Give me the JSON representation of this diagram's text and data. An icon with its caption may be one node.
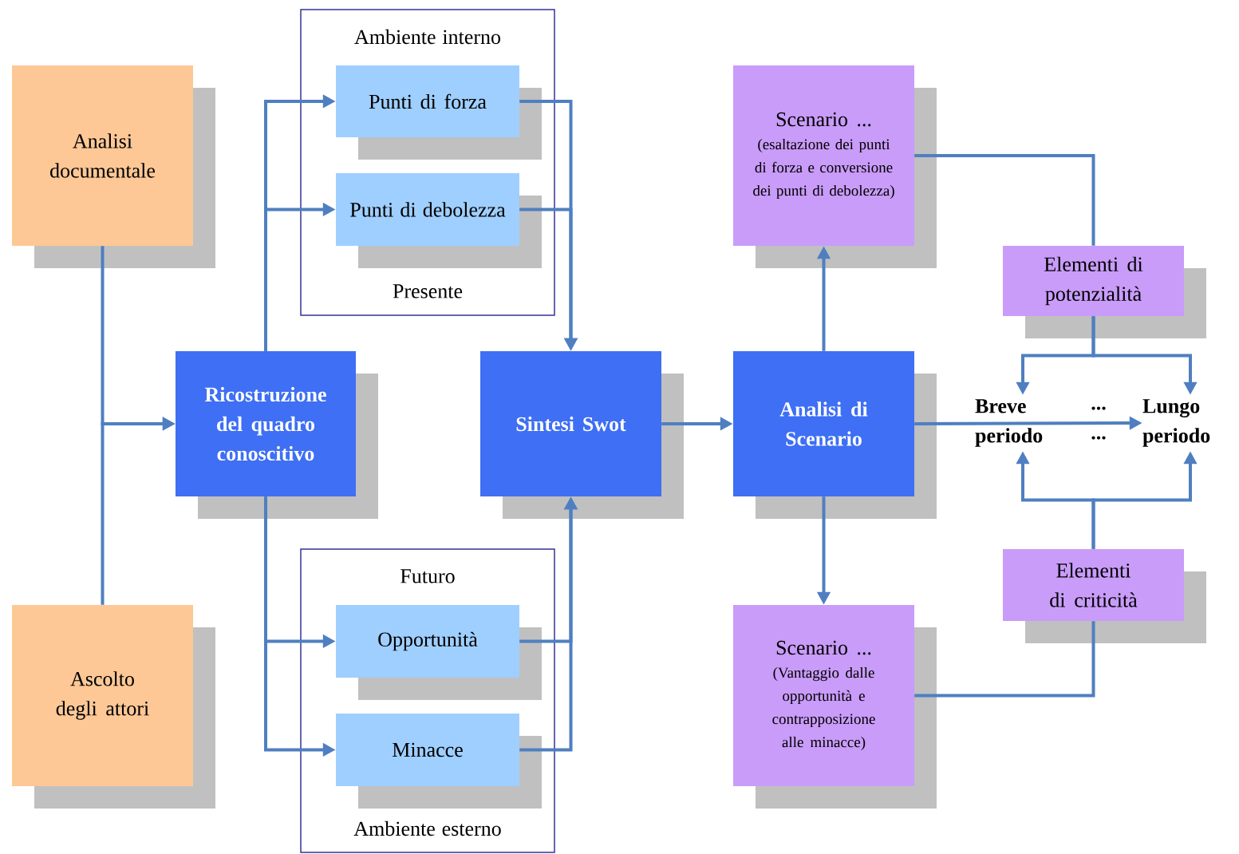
{
  "diagram": {
    "nodes": [
      {
        "text": [
          "Analisi documentale"
        ]
      },
      {
        "text": [
          "Ascolto degli attori"
        ]
      },
      {
        "text": [
          "Ricostruzione del quadro conoscitivo"
        ]
      },
      {
        "text": [
          "Ambiente interno",
          "Presente"
        ]
      },
      {
        "text": [
          "Punti di forza"
        ],
        "in": 3
      },
      {
        "text": [
          "Punti di debolezza"
        ],
        "in": 3
      },
      {
        "text": [
          "Futuro",
          "Ambiente esterno"
        ]
      },
      {
        "text": [
          "Opportunità"
        ],
        "in": 6
      },
      {
        "text": [
          "Minacce"
        ],
        "in": 6
      },
      {
        "text": [
          "Sintesi Swot"
        ]
      },
      {
        "text": [
          "Analisi di Scenario"
        ]
      },
      {
        "text": [
          "Scenario ...",
          "(esaltazione dei punti di forza e conversione dei punti di debolezza)"
        ]
      },
      {
        "text": [
          "Scenario ...",
          "(Vantaggio dalle opportunità e contrapposizione alle minacce)"
        ]
      },
      {
        "text": [
          "Elementi di potenzialità"
        ]
      },
      {
        "text": [
          "Elementi di criticità"
        ]
      },
      {
        "text": [
          "Breve periodo"
        ]
      },
      {
        "text": [
          "Lungo periodo"
        ]
      }
    ],
    "edges": [
      {
        "from": 0,
        "to": 2,
        "arrow": "to"
      },
      {
        "from": 1,
        "to": 2,
        "arrow": "to"
      },
      {
        "from": 2,
        "to": 4,
        "arrow": "to"
      },
      {
        "from": 2,
        "to": 5,
        "arrow": "to"
      },
      {
        "from": 2,
        "to": 7,
        "arrow": "to"
      },
      {
        "from": 2,
        "to": 8,
        "arrow": "to"
      },
      {
        "from": 4,
        "to": 9,
        "arrow": "to"
      },
      {
        "from": 5,
        "to": 9,
        "arrow": "to"
      },
      {
        "from": 7,
        "to": 9,
        "arrow": "to"
      },
      {
        "from": 8,
        "to": 9,
        "arrow": "to"
      },
      {
        "from": 9,
        "to": 10,
        "arrow": "to"
      },
      {
        "from": 10,
        "to": 11,
        "arrow": "to"
      },
      {
        "from": 10,
        "to": 12,
        "arrow": "to"
      },
      {
        "from": 10,
        "to": 16,
        "arrow": "to"
      },
      {
        "from": 11,
        "to": 13,
        "arrow": "none"
      },
      {
        "from": 13,
        "to": 15,
        "arrow": "to"
      },
      {
        "from": 13,
        "to": 16,
        "arrow": "to"
      },
      {
        "from": 12,
        "to": 14,
        "arrow": "none"
      },
      {
        "from": 14,
        "to": 15,
        "arrow": "to"
      },
      {
        "from": 14,
        "to": 16,
        "arrow": "to"
      }
    ],
    "labels": [
      "... ..."
    ]
  }
}
